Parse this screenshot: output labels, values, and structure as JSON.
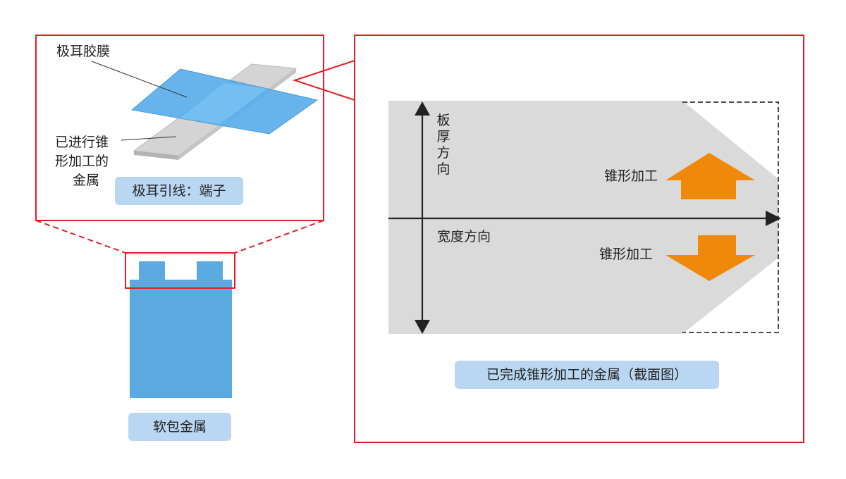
{
  "left_zoom": {
    "film_label": "极耳胶膜",
    "tapered_metal_label": [
      "已进行锥",
      "形加工的",
      "金属"
    ],
    "tab_badge": "极耳引线：端子"
  },
  "pouch": {
    "badge": "软包金属"
  },
  "cross_section": {
    "thickness_axis": [
      "板",
      "厚",
      "方",
      "向"
    ],
    "width_axis": "宽度方向",
    "taper_top": "锥形加工",
    "taper_bottom": "锥形加工",
    "caption": "已完成锥形加工的金属（截面图）"
  },
  "colors": {
    "highlight_frame": "#e31e24",
    "blue_body": "#5aa9e0",
    "film_blue": "#5aaeea",
    "metal_gray": "#d9d9d9",
    "arrow_orange": "#f0890a",
    "badge_fill": "#b9d7f2"
  }
}
